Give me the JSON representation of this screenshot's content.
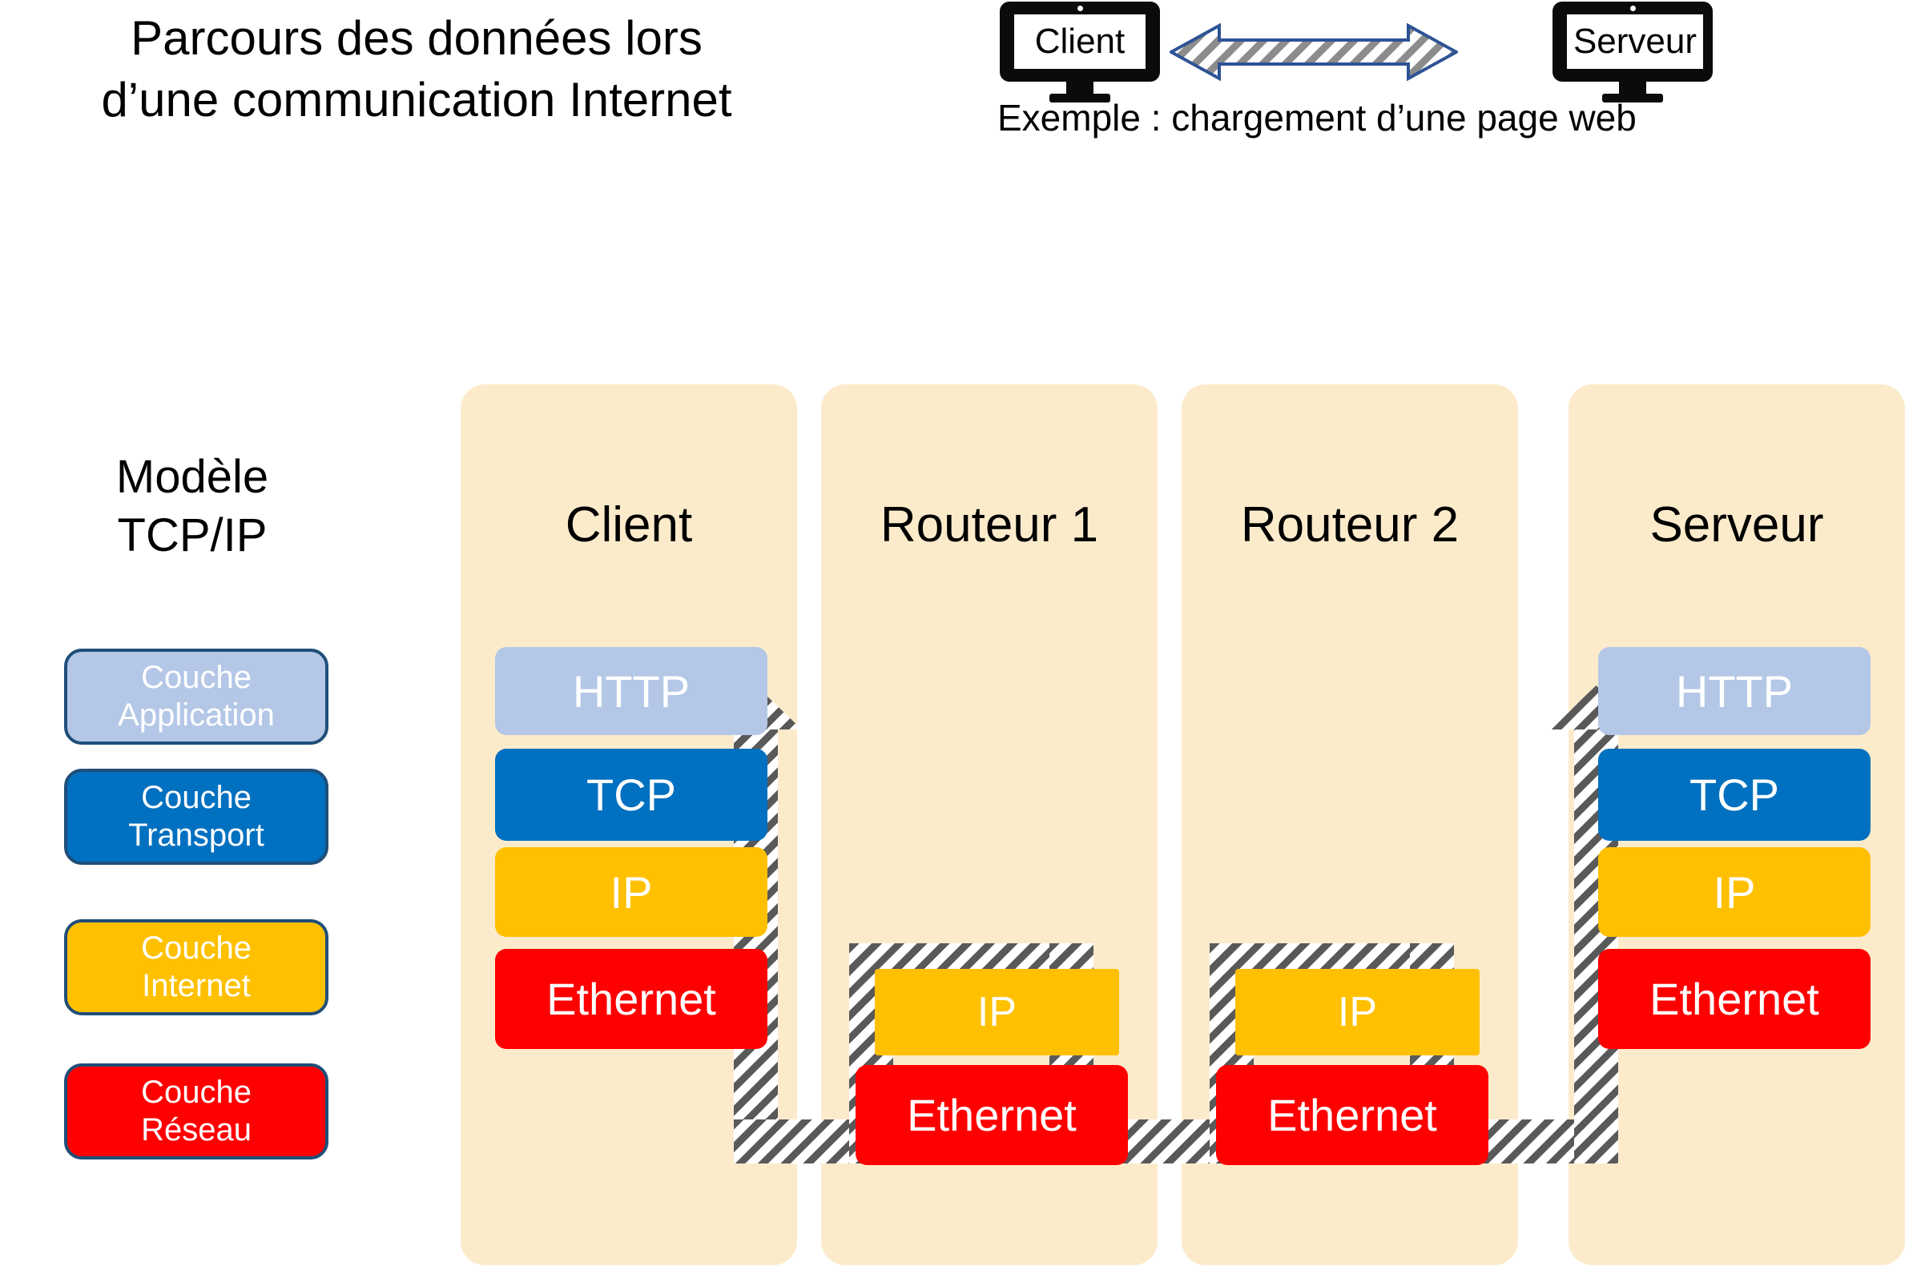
{
  "title": "Parcours des données lors\nd’une communication Internet",
  "top_illustration": {
    "client_label": "Client",
    "server_label": "Serveur",
    "caption": "Exemple : chargement d’une page web",
    "arrow_name": "bidirectional-arrow",
    "arrow_outline_color": "#2E5395",
    "arrow_fill": "hatched-gray"
  },
  "legend": {
    "heading": "Modèle\nTCP/IP",
    "items": [
      {
        "line1": "Couche",
        "line2": "Application",
        "color": "#B4C7E7",
        "border": "#1F4E79",
        "text_color": "#FFFFFF"
      },
      {
        "line1": "Couche",
        "line2": "Transport",
        "color": "#0070C0",
        "border": "#1F4E79",
        "text_color": "#FFFFFF"
      },
      {
        "line1": "Couche",
        "line2": "Internet",
        "color": "#FFC000",
        "border": "#1F4E79",
        "text_color": "#FFFFFF"
      },
      {
        "line1": "Couche",
        "line2": "Réseau",
        "color": "#FF0000",
        "border": "#1F4E79",
        "text_color": "#FFFFFF"
      }
    ]
  },
  "panel_color": "#FCEBCB",
  "columns": [
    {
      "name": "client",
      "title": "Client",
      "layers": [
        {
          "label": "HTTP",
          "layer": "application",
          "color": "#B4C7E7"
        },
        {
          "label": "TCP",
          "layer": "transport",
          "color": "#0070C0"
        },
        {
          "label": "IP",
          "layer": "internet",
          "color": "#FFC000"
        },
        {
          "label": "Ethernet",
          "layer": "reseau",
          "color": "#FF0000"
        }
      ],
      "arrow": "up-through-stack-then-right"
    },
    {
      "name": "routeur1",
      "title": "Routeur 1",
      "layers": [
        {
          "label": "IP",
          "layer": "internet",
          "color": "#FFC000"
        },
        {
          "label": "Ethernet",
          "layer": "reseau",
          "color": "#FF0000"
        }
      ],
      "arrow": "up-over-down"
    },
    {
      "name": "routeur2",
      "title": "Routeur 2",
      "layers": [
        {
          "label": "IP",
          "layer": "internet",
          "color": "#FFC000"
        },
        {
          "label": "Ethernet",
          "layer": "reseau",
          "color": "#FF0000"
        }
      ],
      "arrow": "up-over-down"
    },
    {
      "name": "serveur",
      "title": "Serveur",
      "layers": [
        {
          "label": "HTTP",
          "layer": "application",
          "color": "#B4C7E7"
        },
        {
          "label": "TCP",
          "layer": "transport",
          "color": "#0070C0"
        },
        {
          "label": "IP",
          "layer": "internet",
          "color": "#FFC000"
        },
        {
          "label": "Ethernet",
          "layer": "reseau",
          "color": "#FF0000"
        }
      ],
      "arrow": "left-then-up-through-stack"
    }
  ],
  "connectors": [
    {
      "from": "client",
      "to": "routeur1",
      "style": "hatched-horizontal"
    },
    {
      "from": "routeur1",
      "to": "routeur2",
      "style": "hatched-horizontal"
    },
    {
      "from": "routeur2",
      "to": "serveur",
      "style": "hatched-horizontal"
    }
  ]
}
